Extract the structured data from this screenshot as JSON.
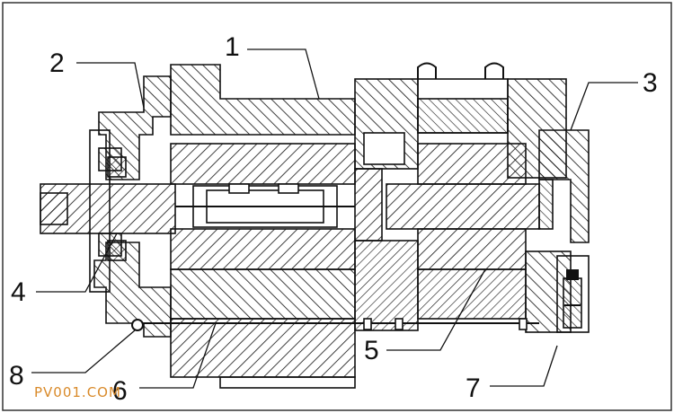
{
  "diagram": {
    "callouts": [
      {
        "id": "1",
        "text": "1"
      },
      {
        "id": "2",
        "text": "2"
      },
      {
        "id": "3",
        "text": "3"
      },
      {
        "id": "4",
        "text": "4"
      },
      {
        "id": "5",
        "text": "5"
      },
      {
        "id": "6",
        "text": "6"
      },
      {
        "id": "7",
        "text": "7"
      },
      {
        "id": "8",
        "text": "8"
      }
    ],
    "watermark": "PV001.COM",
    "colors": {
      "line": "#111111",
      "hatch": "#111111",
      "background": "#ffffff",
      "watermark": "#d98a2a"
    }
  }
}
